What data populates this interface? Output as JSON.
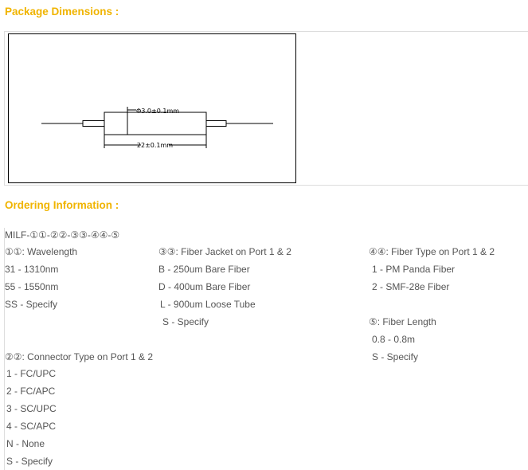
{
  "package": {
    "title": "Package Dimensions :",
    "diameter_label": "Φ3.0±0.1mm",
    "length_label": "22±0.1mm"
  },
  "ordering": {
    "title": "Ordering Information :",
    "part_number": "MILF-①①-②②-③③-④④-⑤",
    "col1": {
      "heading": "①①: Wavelength",
      "items": [
        "31 - 1310nm",
        "55 - 1550nm",
        "SS - Specify"
      ],
      "heading2": "②②: Connector Type on Port 1 & 2",
      "items2": [
        "1 - FC/UPC",
        "2 - FC/APC",
        "3 - SC/UPC",
        "4 - SC/APC",
        "N - None",
        "S - Specify"
      ]
    },
    "col2": {
      "heading": "③③: Fiber Jacket on Port 1 & 2",
      "items": [
        "B - 250um Bare Fiber",
        "D - 400um Bare Fiber",
        "L - 900um Loose Tube",
        "S - Specify"
      ]
    },
    "col3": {
      "heading": "④④: Fiber Type on Port 1 & 2",
      "items": [
        "1 - PM Panda Fiber",
        "2 - SMF-28e Fiber"
      ],
      "heading2": "⑤: Fiber Length",
      "items2": [
        "0.8 - 0.8m",
        "S - Specify"
      ]
    }
  }
}
